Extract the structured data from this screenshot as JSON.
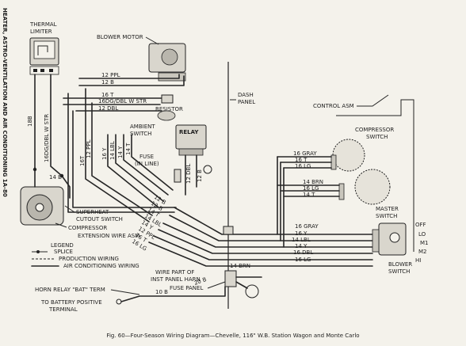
{
  "side_title": "HEATER, ASTRO-VENTILATION AND AIR CONDITIONING 1A-80",
  "caption": "Fig. 60—Four-Season Wiring Diagram—Chevelle, 116\" W.B. Station Wagon and Monte Carlo",
  "components": {
    "thermal_limiter": [
      "THERMAL",
      "LIMITER"
    ],
    "blower_motor": "BLOWER MOTOR",
    "dash_panel": [
      "DASH",
      "PANEL"
    ],
    "control_asm": "CONTROL ASM",
    "compressor_switch": [
      "COMPRESSOR",
      "SWITCH"
    ],
    "resistor": "RESISTOR",
    "ambient_switch": [
      "AMBIENT",
      "SWITCH"
    ],
    "relay": "RELAY",
    "fuse_inline": [
      "FUSE",
      "(IN LINE)"
    ],
    "master_switch": [
      "MASTER",
      "SWITCH"
    ],
    "superheat_cutout_switch": [
      "SUPERHEAT",
      "CUTOUT SWITCH"
    ],
    "compressor": "COMPRESSOR",
    "extension_wire_asm": "EXTENSION WIRE ASM",
    "wire_part_of_inst_panel_harn": [
      "WIRE PART OF",
      "INST PANEL HARN"
    ],
    "fuse_panel": "FUSE PANEL",
    "horn_relay_bat_term": "HORN RELAY \"BAT\" TERM",
    "to_battery_positive_terminal": [
      "TO BATTERY POSITIVE",
      "TERMINAL"
    ],
    "blower_switch": [
      "BLOWER",
      "SWITCH"
    ]
  },
  "switch_positions": [
    "OFF",
    "LO",
    "M1",
    "M2",
    "HI"
  ],
  "legend": {
    "title": "LEGEND",
    "items": [
      "SPLICE",
      "PRODUCTION WIRING",
      "AIR CONDITIONING WIRING"
    ]
  },
  "wire_labels": {
    "blower_feed": [
      "12 PPL",
      "12 B"
    ],
    "resistor_feed": [
      "16 T",
      "16DG/DBL W STR",
      "12 DBL"
    ],
    "thermal_limiter_wires": [
      "18B",
      "16DG/DBL W STR"
    ],
    "superheat": "14 B",
    "vertical_bundle": [
      "16T",
      "12 PPL",
      "16 Y",
      "14 LBL",
      "14 Y",
      "14 T"
    ],
    "fuse_wires": [
      "12 DBL",
      "12 B"
    ],
    "diagonal_bundle": [
      "12 B",
      "12 B",
      "14 T",
      "14 LBL",
      "14 Y",
      "12 PPL",
      "16 T",
      "16 LG"
    ],
    "compressor_switch_wires": [
      "16 GRAY",
      "16 T",
      "16 LG"
    ],
    "master_switch_wires": [
      "14 BRN",
      "16 LG",
      "14 T"
    ],
    "blower_switch_wires": [
      "16 GRAY",
      "16 Y",
      "14 LBL",
      "14 Y",
      "16 DBL",
      "16 LG"
    ],
    "panel_wires": [
      "14 BRN",
      "20 B"
    ],
    "battery_wire": "10 B"
  }
}
